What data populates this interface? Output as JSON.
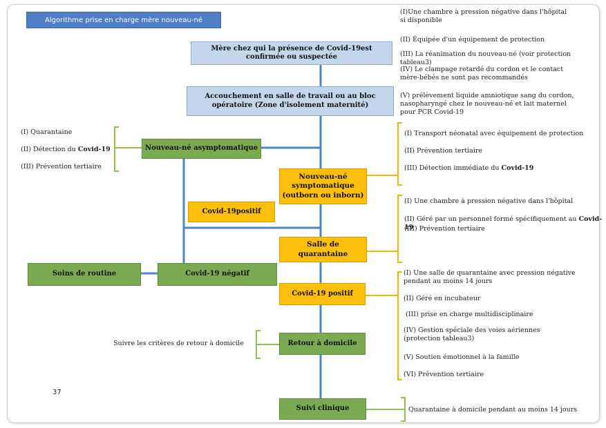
{
  "title": "Algorithme prise en charge mère nouveau-né",
  "page_number": "37",
  "boxes": {
    "mere": "Mère chez qui la présence de Covid-19est confirmée ou suspectée",
    "accouchement": "Accouchement en salle de travail ou au bloc opératoire (Zone d'isolement maternité)",
    "asympto": "Nouveau-né asymptomatique",
    "sympto": "Nouveau-né symptomatique (outborn ou inborn)",
    "covid_positif_left": "Covid-19positif",
    "salle_quarantaine": "Salle de quarantaine",
    "soins_routine": "Soins de routine",
    "covid_negatif": "Covid-19 négatif",
    "covid_positif_right": "Covid-19 positif",
    "retour_domicile": "Retour à domicile",
    "suivi_clinique": "Suivi clinique"
  },
  "notes": {
    "top_right": [
      "(I)Une chambre à pression négative dans l'hôpital si disponible",
      "(II) Équipée d'un équipement de protection",
      "(III) La réanimation du nouveau-né (voir protection tableau3)",
      "(IV) Le clampage retardé du cordon et le contact mère-bébés ne sont pas recommandés",
      "(V) prélèvement liquide amniotique sang du cordon, nasopharyngé chez le nouveau-né et lait maternel pour PCR Covid-19"
    ],
    "left_asympto": {
      "item1": "(I) Quarantaine",
      "item2_prefix": "(II) Détection du ",
      "item2_bold": "Covid-19",
      "item3": "(III) Prévention tertiaire"
    },
    "sympto": {
      "item1": "(I) Transport néonatal avec équipement de protection",
      "item2": "(II) Prévention tertiaire",
      "item3_prefix": "(III) Détection immédiate du ",
      "item3_bold": "Covid-19"
    },
    "quarantaine": {
      "item1": "(I) Une chambre à pression négative dans l'hôpital",
      "item2_prefix": "(II) Géré par un personnel formé spécifiquement au ",
      "item2_bold": "Covid-19",
      "item3": "(III) Prévention tertiaire"
    },
    "positif": [
      "(I) Une salle de quarantaine avec pression négative pendant au moins 14 jours",
      "(II) Géré en incubateur",
      "(III) prise en charge multidisciplinaire",
      "(IV) Gestion spéciale des voies aériennes (protection tableau3)",
      "(V) Soutien émotionnel à la famille",
      "(VI) Prévention tertiaire"
    ],
    "retour": "Suivre les critères de retour à domicile",
    "suivi": "Quarantaine à domicile pendant au moins 14 jours"
  },
  "colors": {
    "blue_line": "#4a86c8",
    "green_bracket": "#8cc152",
    "orange_bracket": "#f5b400"
  }
}
